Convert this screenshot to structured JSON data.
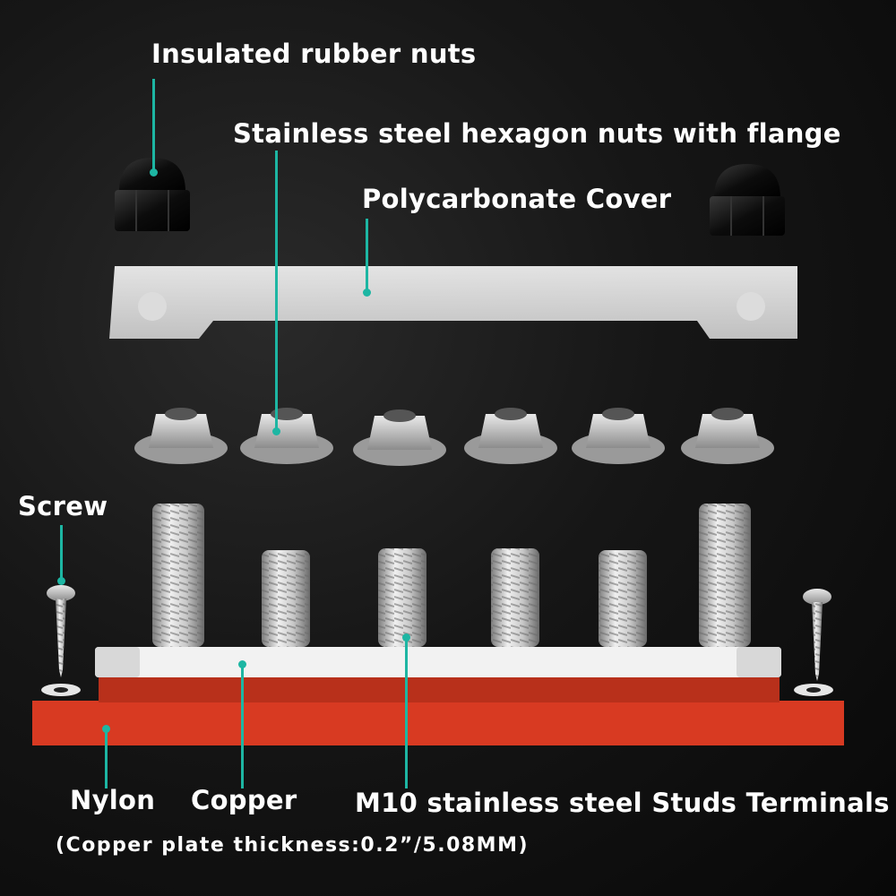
{
  "labels": {
    "insulated_nuts": "Insulated rubber nuts",
    "hex_nuts": "Stainless steel hexagon nuts with flange",
    "cover": "Polycarbonate Cover",
    "screw": "Screw",
    "nylon": "Nylon",
    "copper": "Copper",
    "studs": "M10 stainless steel Studs Terminals",
    "thickness_note": "(Copper plate thickness:0.2”/5.08MM)"
  },
  "colors": {
    "leader_line": "#1db6a3",
    "nylon_base": "#d83a22",
    "copper_plate": "#f2f2f2",
    "text": "#ffffff",
    "background": "#111111"
  },
  "counts": {
    "flange_nuts": 6,
    "studs": 6,
    "cap_nuts": 2,
    "screws": 2
  }
}
